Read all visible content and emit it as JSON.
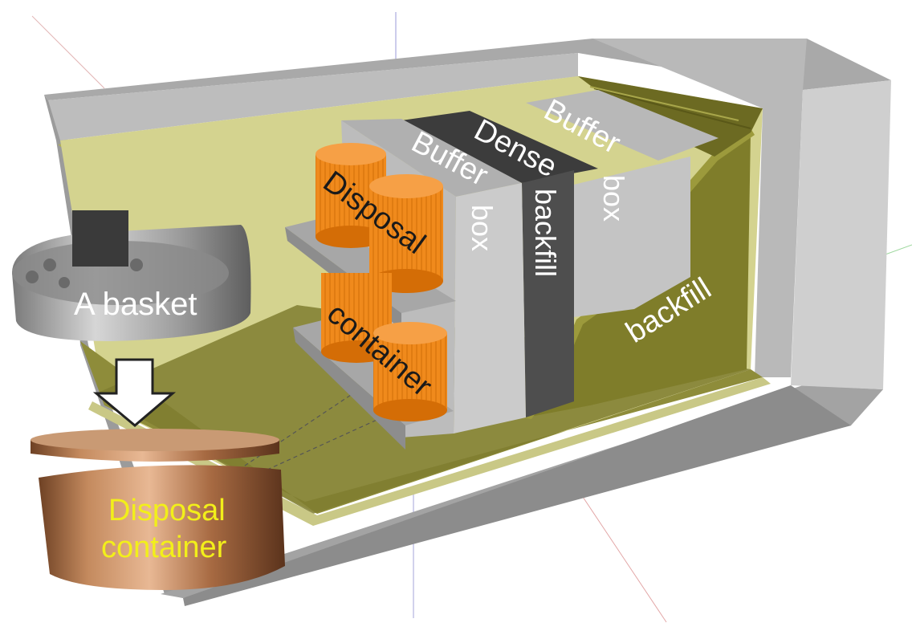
{
  "labels": {
    "basket": "A basket",
    "disposal_top": "Disposal",
    "container_bottom": "container",
    "buffer_left": "Buffer",
    "box_left": "box",
    "dense": "Dense",
    "backfill_vertical": "backfill",
    "buffer_right": "Buffer",
    "box_right": "box",
    "backfill_right": "backfill",
    "disposal_container_line1": "Disposal",
    "disposal_container_line2": "container"
  },
  "colors": {
    "concrete": "#b3b3b3",
    "concrete_dark": "#8f8f8f",
    "backfill_lining": "#c9c886",
    "backfill_olive": "#7c7a2c",
    "buffer_box": "#c2c2c2",
    "dense_backfill": "#4e4e4e",
    "disposal_canister": "#f08a1c",
    "copper_container": "#a9714a",
    "white_text": "#ffffff",
    "yellow_text": "#f2ef1a",
    "dark_text": "#1a1a1a"
  }
}
